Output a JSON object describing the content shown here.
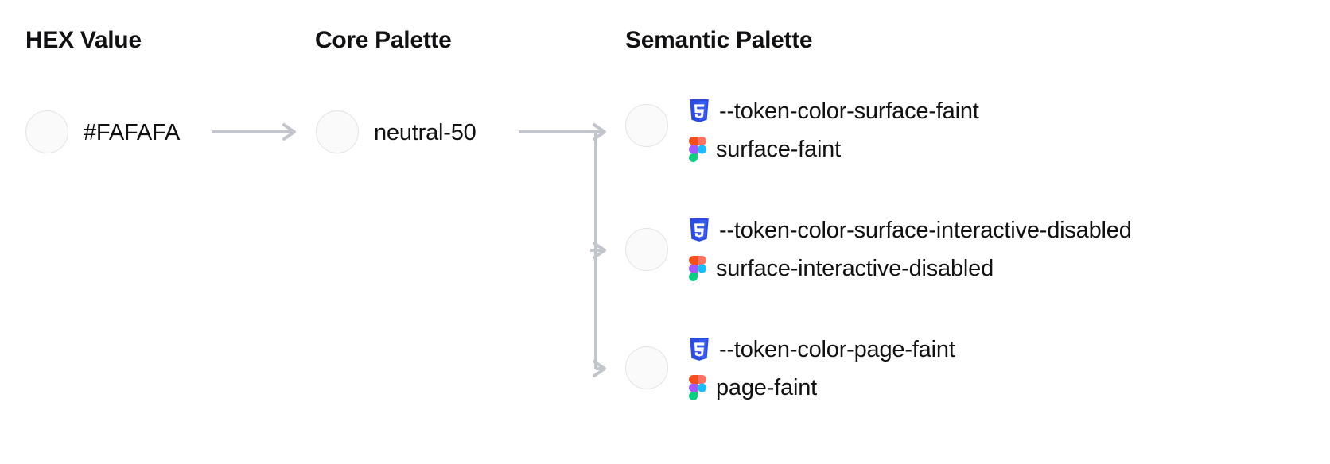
{
  "columns": {
    "hex": "HEX Value",
    "core": "Core Palette",
    "semantic": "Semantic Palette"
  },
  "hex_value": {
    "label": "#FAFAFA",
    "swatch_color": "#FAFAFA",
    "swatch_border": "#E4E4E7"
  },
  "core_value": {
    "label": "neutral-50",
    "swatch_color": "#FAFAFA",
    "swatch_border": "#E4E4E7"
  },
  "semantic_tokens": [
    {
      "css_token": "--token-color-surface-faint",
      "figma_token": "surface-faint",
      "swatch_color": "#FAFAFA",
      "css_icon": "css3-icon",
      "figma_icon": "figma-icon"
    },
    {
      "css_token": "--token-color-surface-interactive-disabled",
      "figma_token": "surface-interactive-disabled",
      "swatch_color": "#FAFAFA",
      "css_icon": "css3-icon",
      "figma_icon": "figma-icon"
    },
    {
      "css_token": "--token-color-page-faint",
      "figma_token": "page-faint",
      "swatch_color": "#FAFAFA",
      "css_icon": "css3-icon",
      "figma_icon": "figma-icon"
    }
  ],
  "connector": {
    "color": "#C3C5CD"
  },
  "brand_colors": {
    "css_blue": "#2C4BDF",
    "figma_red": "#F24E1E",
    "figma_orange": "#FF7262",
    "figma_purple": "#A259FF",
    "figma_blue": "#1ABCFE",
    "figma_green": "#0ACF83",
    "text": "#111113"
  }
}
